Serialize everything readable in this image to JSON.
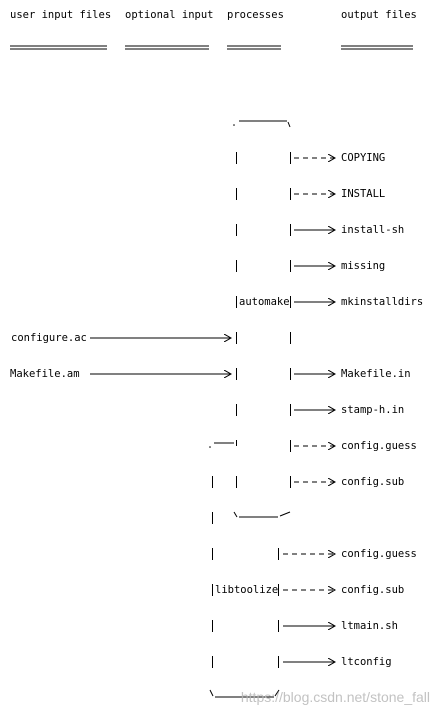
{
  "headers": {
    "user_input": "user input files",
    "optional_input": "optional input",
    "processes": "processes",
    "output": "output files"
  },
  "inputs": {
    "configure_ac": "configure.ac",
    "makefile_am": "Makefile.am"
  },
  "processes": {
    "automake": "automake",
    "libtoolize": "libtoolize"
  },
  "outputs": {
    "copying": "COPYING",
    "install": "INSTALL",
    "install_sh": "install-sh",
    "missing": "missing",
    "mkinstalldirs": "mkinstalldirs",
    "makefile_in": "Makefile.in",
    "stamp_h_in": "stamp-h.in",
    "config_guess_1": "config.guess",
    "config_sub_1": "config.sub",
    "config_guess_2": "config.guess",
    "config_sub_2": "config.sub",
    "ltmain_sh": "ltmain.sh",
    "ltconfig": "ltconfig"
  },
  "watermark": "https://blog.csdn.net/stone_fall"
}
